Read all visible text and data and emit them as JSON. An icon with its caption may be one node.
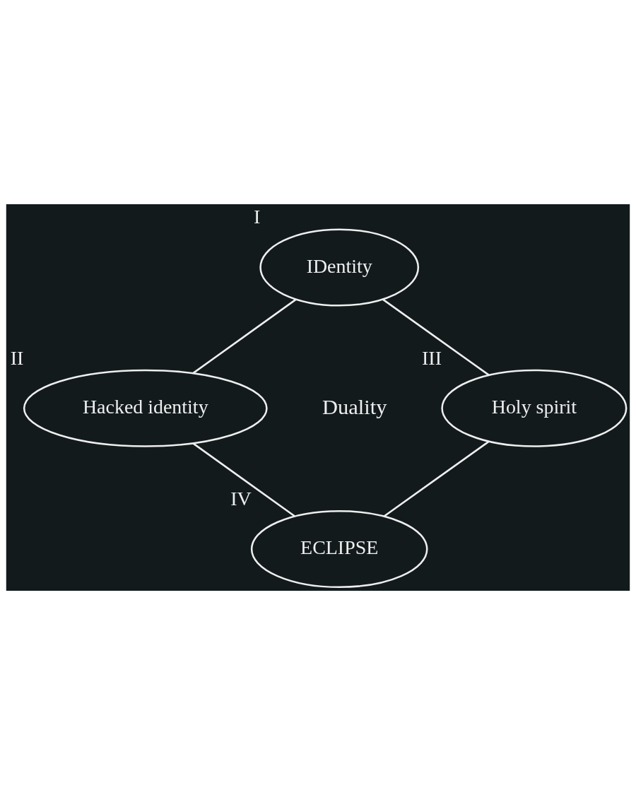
{
  "diagram": {
    "nodes": [
      {
        "text": [
          "IDentity"
        ],
        "beside": [
          "I"
        ]
      },
      {
        "text": [
          "Hacked identity"
        ],
        "beside": [
          "II"
        ]
      },
      {
        "text": [
          "Holy spirit"
        ],
        "beside": [
          "III"
        ]
      },
      {
        "text": [
          "ECLIPSE"
        ],
        "beside": [
          "IV"
        ]
      }
    ],
    "edges": [
      {
        "from": 0,
        "to": 1,
        "arrow": "none"
      },
      {
        "from": 0,
        "to": 2,
        "arrow": "none"
      },
      {
        "from": 1,
        "to": 3,
        "arrow": "none"
      },
      {
        "from": 2,
        "to": 3,
        "arrow": "none"
      }
    ],
    "labels": [
      "Duality"
    ]
  }
}
